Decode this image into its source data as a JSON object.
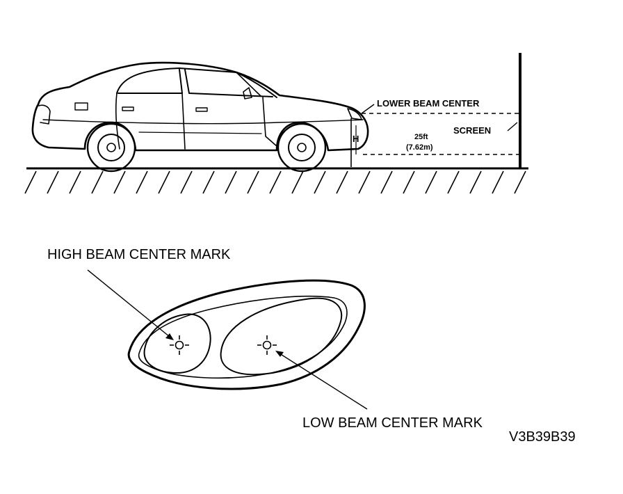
{
  "diagram": {
    "labels": {
      "lower_beam_center": "LOWER BEAM CENTER",
      "screen": "SCREEN",
      "distance_ft": "25ft",
      "distance_m": "(7.62m)",
      "height_marker": "H",
      "high_beam_center_mark": "HIGH BEAM CENTER MARK",
      "low_beam_center_mark": "LOW BEAM CENTER MARK",
      "figure_code": "V3B39B39"
    },
    "colors": {
      "ink": "#000000",
      "paper": "#ffffff"
    }
  }
}
